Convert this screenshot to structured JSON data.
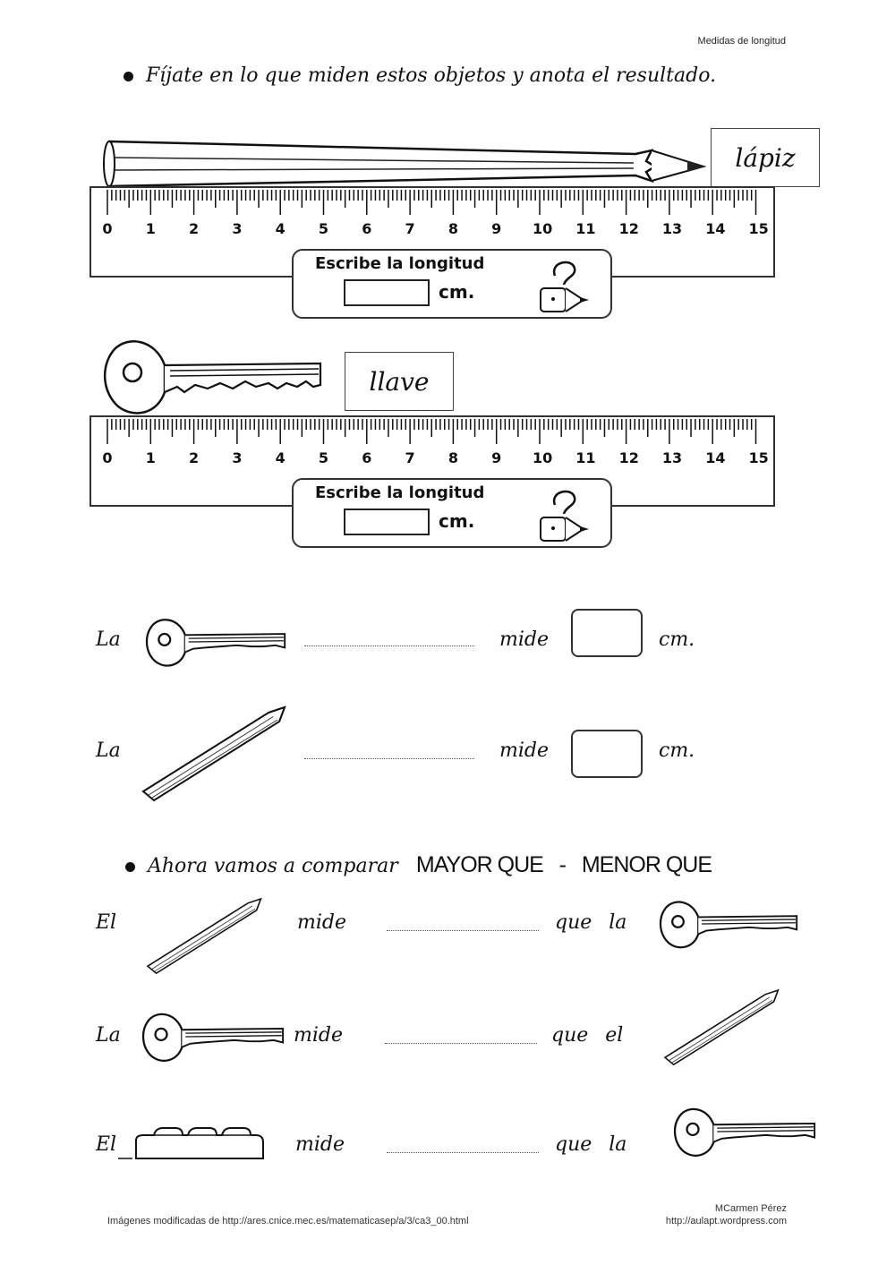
{
  "header": {
    "title": "Medidas de longitud"
  },
  "section1": {
    "instruction": "Fíjate en lo que miden estos objetos y anota el resultado.",
    "exercises": [
      {
        "object_label": "lápiz",
        "object_icon": "pencil-icon",
        "ruler_ticks": [
          "0",
          "1",
          "2",
          "3",
          "4",
          "5",
          "6",
          "7",
          "8",
          "9",
          "10",
          "11",
          "12",
          "13",
          "14",
          "15"
        ],
        "panel_title": "Escribe la longitud",
        "input_value": "",
        "unit": "cm."
      },
      {
        "object_label": "llave",
        "object_icon": "key-icon",
        "ruler_ticks": [
          "0",
          "1",
          "2",
          "3",
          "4",
          "5",
          "6",
          "7",
          "8",
          "9",
          "10",
          "11",
          "12",
          "13",
          "14",
          "15"
        ],
        "panel_title": "Escribe la longitud",
        "input_value": "",
        "unit": "cm."
      }
    ],
    "sentences": [
      {
        "article": "La",
        "object_icon": "key-icon",
        "blank": "",
        "verb": "mide",
        "box_value": "",
        "unit": "cm."
      },
      {
        "article": "La",
        "object_icon": "pencil-icon",
        "blank": "",
        "verb": "mide",
        "box_value": "",
        "unit": "cm."
      }
    ]
  },
  "section2": {
    "instruction_cursive": "Ahora vamos a comparar",
    "instruction_options": "MAYOR QUE   -   MENOR QUE",
    "comparisons": [
      {
        "article": "El",
        "object_icon": "pencil-icon",
        "verb": "mide",
        "blank": "",
        "connector": "que la",
        "target_icon": "key-icon"
      },
      {
        "article": "La",
        "object_icon": "key-icon",
        "verb": "mide",
        "blank": "",
        "connector": "que el",
        "target_icon": "pencil-icon"
      },
      {
        "article": "El",
        "object_icon": "sharpener-icon",
        "verb": "mide",
        "blank": "",
        "connector": "que la",
        "target_icon": "key-icon"
      }
    ]
  },
  "footer": {
    "credit_source": "Imágenes modificadas de http://ares.cnice.mec.es/matematicasep/a/3/ca3_00.html",
    "author": "MCarmen Pérez",
    "author_url": "http://aulapt.wordpress.com"
  }
}
